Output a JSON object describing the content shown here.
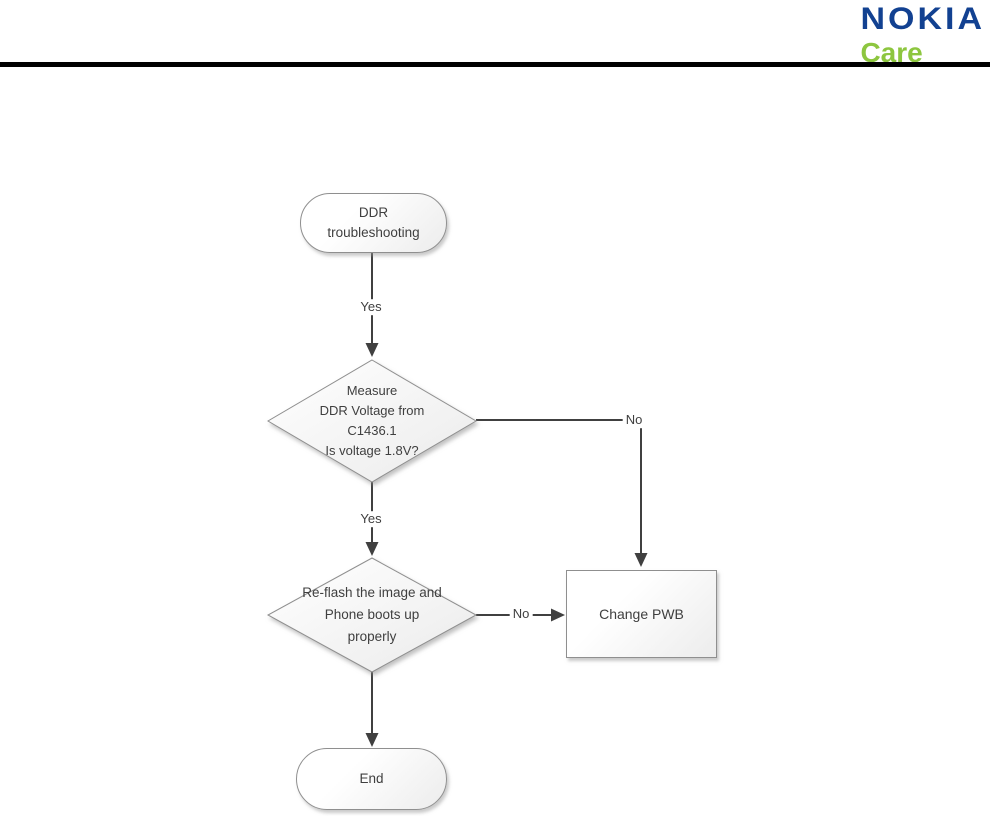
{
  "logo": {
    "brand": "NOKIA",
    "subbrand": "Care"
  },
  "colors": {
    "nokia_blue": "#124191",
    "care_green": "#8DC63F",
    "connector": "#404040",
    "shape_border": "#8f8f8f"
  },
  "flowchart": {
    "nodes": {
      "start": {
        "type": "terminator",
        "label": "DDR\ntroubleshooting"
      },
      "decision_voltage": {
        "type": "decision",
        "label": "Measure\nDDR Voltage from\nC1436.1\nIs voltage 1.8V?"
      },
      "decision_reflash": {
        "type": "decision",
        "label": "Re-flash the image and\nPhone boots up\nproperly"
      },
      "change_pwb": {
        "type": "process",
        "label": "Change PWB"
      },
      "end": {
        "type": "terminator",
        "label": "End"
      }
    },
    "edge_labels": {
      "start_yes": "Yes",
      "voltage_no": "No",
      "voltage_yes": "Yes",
      "reflash_no": "No"
    },
    "edges": [
      {
        "from": "start",
        "to": "decision_voltage",
        "label": "Yes"
      },
      {
        "from": "decision_voltage",
        "to": "change_pwb",
        "label": "No"
      },
      {
        "from": "decision_voltage",
        "to": "decision_reflash",
        "label": "Yes"
      },
      {
        "from": "decision_reflash",
        "to": "change_pwb",
        "label": "No"
      },
      {
        "from": "decision_reflash",
        "to": "end",
        "label": ""
      }
    ]
  }
}
